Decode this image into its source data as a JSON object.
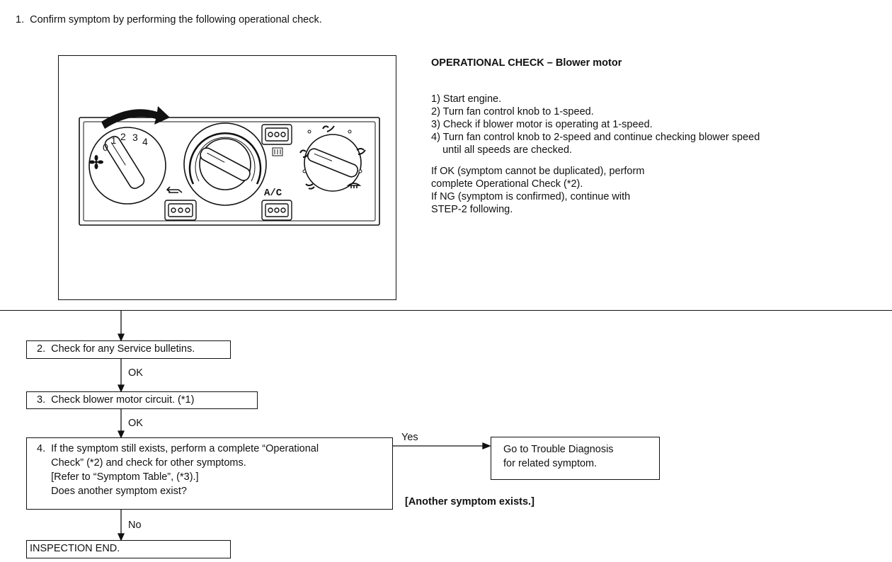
{
  "step1": {
    "text": "1.  Confirm symptom by performing the following operational check."
  },
  "panel": {
    "fan_numbers": [
      "0",
      "1",
      "2",
      "3",
      "4"
    ],
    "ac_label": "A/C",
    "icons": [
      "fan-icon",
      "recirculation-icon",
      "rear-defogger-icon",
      "face-vent-icon",
      "bi-level-icon",
      "foot-vent-icon",
      "defrost-icon"
    ]
  },
  "operational_check": {
    "title": "OPERATIONAL CHECK – Blower motor",
    "steps": [
      "1) Start engine.",
      "2) Turn fan control knob to 1-speed.",
      "3) Check if blower motor is operating at 1-speed.",
      "4) Turn fan control knob to 2-speed and continue checking blower speed",
      "    until all speeds are checked."
    ],
    "result_lines": [
      "If OK (symptom cannot be duplicated), perform",
      "complete Operational Check (*2).",
      "If NG (symptom is confirmed), continue with",
      "STEP-2 following."
    ]
  },
  "step2": {
    "text": "2.  Check for any Service bulletins."
  },
  "ok1": "OK",
  "step3": {
    "text": "3.  Check blower motor circuit. (*1)"
  },
  "ok2": "OK",
  "step4": {
    "lines": [
      "4.  If the symptom still exists, perform a complete “Operational",
      "     Check” (*2) and check for other symptoms.",
      "     [Refer to “Symptom Table”, (*3).]",
      "     Does another symptom exist?"
    ]
  },
  "yes_label": "Yes",
  "goto": {
    "lines": [
      "Go to Trouble Diagnosis",
      "for related symptom."
    ]
  },
  "another_symptom": "[Another symptom exists.]",
  "no_label": "No",
  "end": {
    "text": "INSPECTION END."
  }
}
